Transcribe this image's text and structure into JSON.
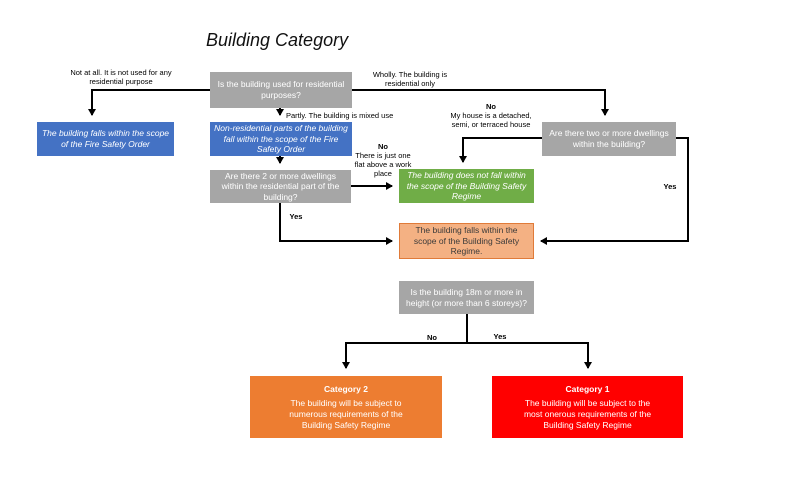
{
  "title": "Building Category",
  "nodes": {
    "q_residential": "Is the building used for residential purposes?",
    "fire_safety_order": "The building falls within the scope of the Fire Safety Order",
    "nonres_parts": "Non-residential parts of the building fall within the scope of the Fire Safety Order",
    "q_two_dwellings_part": "Are there 2 or more dwellings within the residential part of the building?",
    "not_in_scope": "The building does not fall within the scope of the Building Safety Regime",
    "q_two_dwellings": "Are there two or more dwellings within the building?",
    "in_scope": "The building falls within the scope of the Building Safety Regime.",
    "q_height": "Is the building 18m or more in height (or more than 6 storeys)?",
    "cat2_title": "Category 2",
    "cat2_text": "The building will be subject to numerous requirements of the Building Safety Regime",
    "cat1_title": "Category 1",
    "cat1_text": "The building will be subject to the most onerous requirements of the Building Safety Regime"
  },
  "edge_labels": {
    "not_at_all": "Not at all. It is not used for any residential purpose",
    "wholly": "Wholly. The building is residential only",
    "partly": "Partly. The building is mixed use",
    "no_house_title": "No",
    "no_house_text": "My house is a detached, semi, or terraced house",
    "no_flat_title": "No",
    "no_flat_text": "There is just one flat above a work place",
    "yes_right": "Yes",
    "yes_left": "Yes",
    "no_height": "No",
    "yes_height": "Yes"
  },
  "colors": {
    "gray": "#a6a6a6",
    "blue": "#4472c4",
    "green": "#70ad47",
    "salmon": "#f4b183",
    "orange": "#ed7d31",
    "red": "#ff0000"
  }
}
